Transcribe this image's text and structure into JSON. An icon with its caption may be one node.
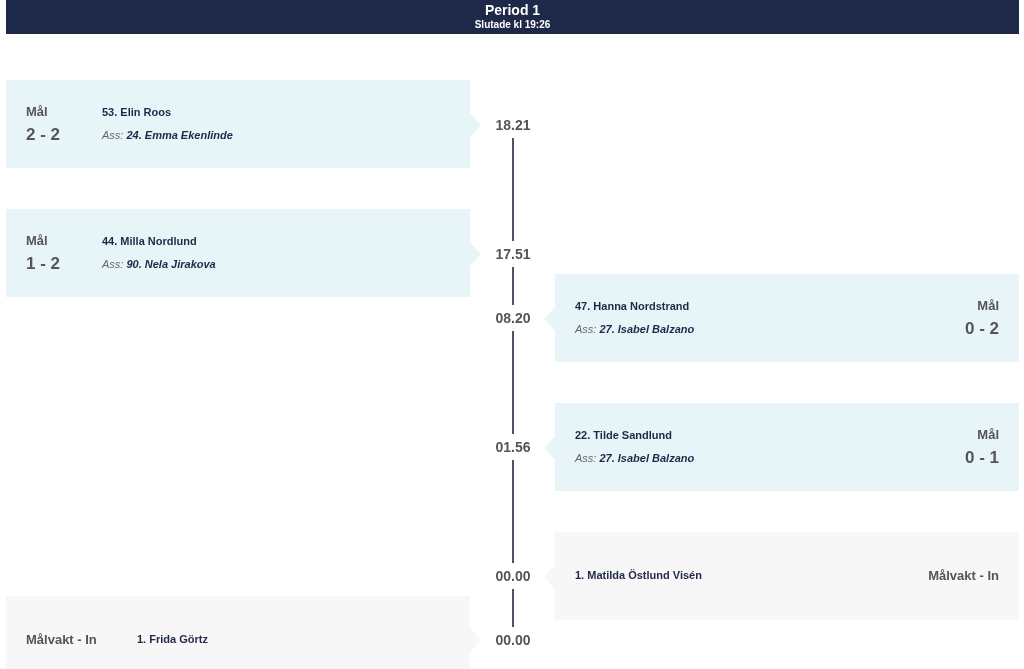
{
  "diagram": {
    "title": "Period 1",
    "caption": "Slutade kl 19:26",
    "nodes": [
      {
        "text": [
          "Mål",
          "2 - 2",
          "53. Elin Roos",
          "Ass: **24. Emma Ekenlinde**"
        ]
      },
      {
        "text": [
          "18.21"
        ]
      },
      {
        "text": [
          "Mål",
          "1 - 2",
          "44. Milla Nordlund",
          "Ass: **90. Nela Jirakova**"
        ]
      },
      {
        "text": [
          "17.51"
        ]
      },
      {
        "text": [
          "08.20"
        ]
      },
      {
        "text": [
          "47. Hanna Nordstrand",
          "Ass: **27. Isabel Balzano**",
          "Mål",
          "0 - 2"
        ]
      },
      {
        "text": [
          "01.56"
        ]
      },
      {
        "text": [
          "22. Tilde Sandlund",
          "Ass: **27. Isabel Balzano**",
          "Mål",
          "0 - 1"
        ]
      },
      {
        "text": [
          "00.00"
        ]
      },
      {
        "text": [
          "1. Matilda Östlund Visén",
          "Målvakt - In"
        ]
      },
      {
        "text": [
          "Målvakt - In",
          "1. Frida Görtz"
        ]
      },
      {
        "text": [
          "00.00"
        ]
      }
    ],
    "edges": [
      {
        "from": 1,
        "to": 3,
        "arrow": "none"
      },
      {
        "from": 3,
        "to": 4,
        "arrow": "none"
      },
      {
        "from": 4,
        "to": 6,
        "arrow": "none"
      },
      {
        "from": 6,
        "to": 8,
        "arrow": "none"
      },
      {
        "from": 8,
        "to": 11,
        "arrow": "none"
      }
    ]
  }
}
